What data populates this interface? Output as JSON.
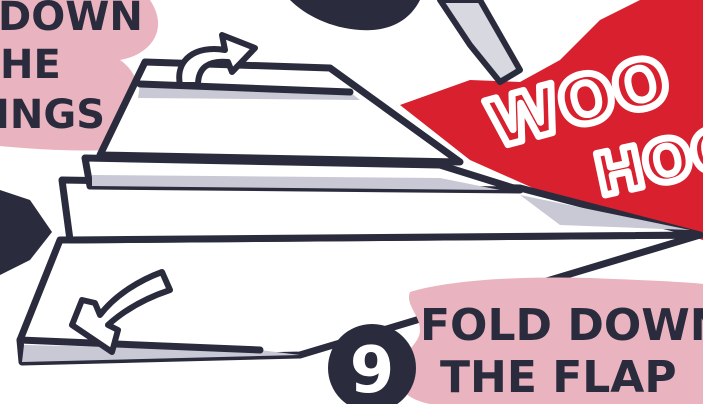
{
  "instructions": {
    "top_left_lines": [
      "DOWN",
      "HE",
      "INGS"
    ],
    "step_number": "9",
    "step_lines": [
      "FOLD DOWN",
      "THE FLAP"
    ]
  },
  "exclamation": {
    "lines": [
      "WOO",
      "HOO"
    ]
  },
  "colors": {
    "ink": "#2a2c3d",
    "pink_bubble": "#e9b3bf",
    "red_burst": "#d8202e",
    "shadow": "#c9c9d6",
    "paper": "#ffffff"
  },
  "icons": [
    "paper-plane-illustration",
    "curved-arrow-icon",
    "fold-arrow-icon",
    "triangle-pointer-icon"
  ]
}
